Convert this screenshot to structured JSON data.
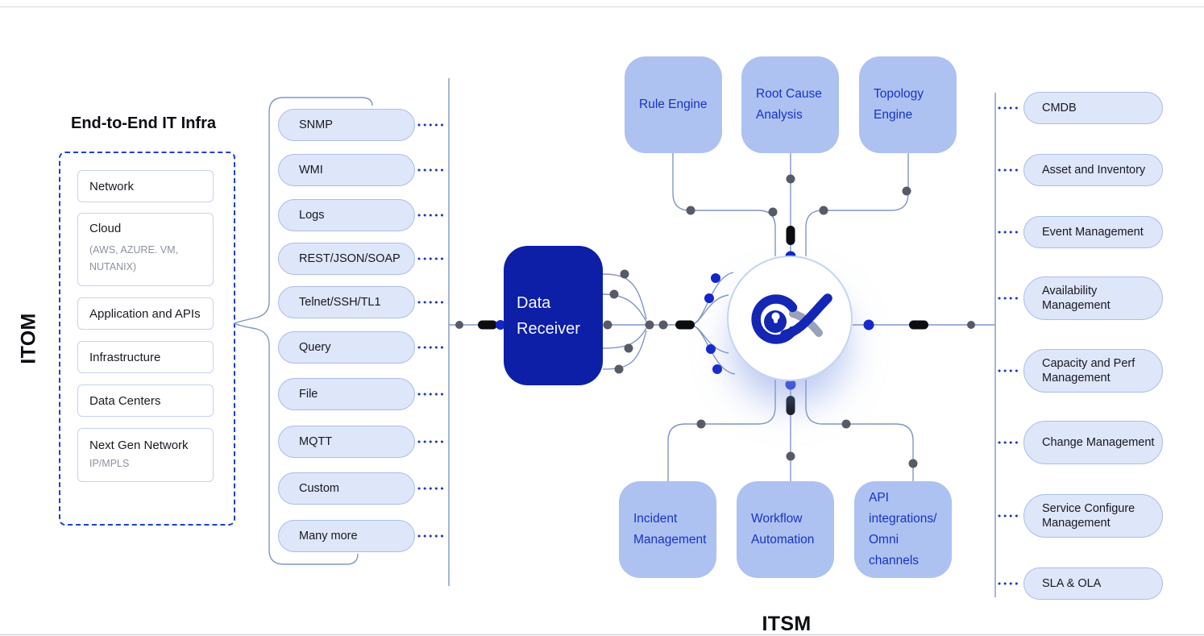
{
  "labels": {
    "itom": "ITOM",
    "itsm": "ITSM"
  },
  "infra": {
    "title": "End-to-End IT Infra",
    "items": [
      {
        "label": "Network"
      },
      {
        "label": "Cloud",
        "sub": "(AWS, AZURE. VM, NUTANIX)"
      },
      {
        "label": "Application and APIs"
      },
      {
        "label": "Infrastructure"
      },
      {
        "label": "Data Centers"
      },
      {
        "label": "Next Gen Network",
        "sub": "IP/MPLS"
      }
    ]
  },
  "protocols": [
    "SNMP",
    "WMI",
    "Logs",
    "REST/JSON/SOAP",
    "Telnet/SSH/TL1",
    "Query",
    "File",
    "MQTT",
    "Custom",
    "Many more"
  ],
  "data_receiver": "Data Receiver",
  "engines": [
    "Rule Engine",
    "Root Cause Analysis",
    "Topology Engine"
  ],
  "itsm_bottom": [
    "Incident Management",
    "Workflow Automation",
    "API integrations/ Omni channels"
  ],
  "itsm_right": [
    "CMDB",
    "Asset and Inventory",
    "Event Management",
    "Availability Management",
    "Capacity and Perf Management",
    "Change Management",
    "Service Configure Management",
    "SLA & OLA"
  ],
  "logo": {
    "name": "eye-fish-brand-logo"
  },
  "colors": {
    "primary_blue": "#0d1fa6",
    "node_fill": "#adc2f1",
    "node_text": "#1733c4",
    "pill_fill": "#dee6f9",
    "dashed_border": "#1d3fd2",
    "dot_blue": "#1326c8",
    "wire": "#8096c8"
  }
}
